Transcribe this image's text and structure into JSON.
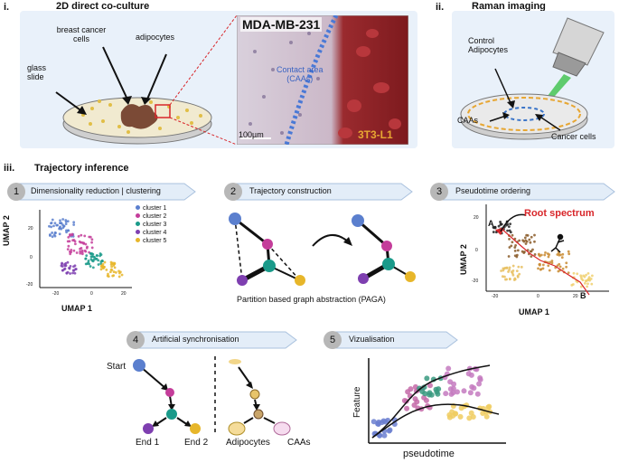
{
  "section_i": {
    "roman": "i.",
    "title": "2D direct co-culture",
    "labels": {
      "breast_cancer": "breast cancer\ncells",
      "adipocytes": "adipocytes",
      "glass_slide": "glass\nslide"
    },
    "micrograph": {
      "title": "MDA-MB-231",
      "contact_area": "Contact area\n(CAAs)",
      "scale_bar": "100µm",
      "cell_line": "3T3-L1"
    }
  },
  "section_ii": {
    "roman": "ii.",
    "title": "Raman imaging",
    "labels": {
      "control": "Control\nAdipocytes",
      "caas": "CAAs",
      "cancer": "Cancer cells"
    }
  },
  "section_iii": {
    "roman": "iii.",
    "title": "Trajectory inference"
  },
  "steps": [
    {
      "num": "1",
      "title": "Dimensionality reduction | clustering"
    },
    {
      "num": "2",
      "title": "Trajectory construction"
    },
    {
      "num": "3",
      "title": "Pseudotime ordering"
    },
    {
      "num": "4",
      "title": "Artificial synchronisation"
    },
    {
      "num": "5",
      "title": "Vizualisation"
    }
  ],
  "umap1": {
    "xlabel": "UMAP 1",
    "ylabel": "UMAP 2",
    "xticks": [
      "-20",
      "0",
      "20"
    ],
    "yticks": [
      "20",
      "0",
      "-20"
    ],
    "legend": [
      {
        "name": "cluster 1",
        "color": "#5b7fce"
      },
      {
        "name": "cluster 2",
        "color": "#c43d9a"
      },
      {
        "name": "cluster 3",
        "color": "#1a9a8a"
      },
      {
        "name": "cluster 4",
        "color": "#7e3fb0"
      },
      {
        "name": "cluster 5",
        "color": "#e7b62a"
      }
    ]
  },
  "paga": {
    "caption": "Partition based graph abstraction (PAGA)"
  },
  "pseudotime": {
    "xlabel": "UMAP 1",
    "ylabel": "UMAP 2",
    "root": "Root spectrum",
    "start": "A",
    "end": "B",
    "xticks": [
      "-20",
      "0",
      "20"
    ],
    "yticks": [
      "20",
      "0",
      "-20"
    ]
  },
  "sync": {
    "start": "Start",
    "end1": "End 1",
    "end2": "End 2",
    "adipocytes": "Adipocytes",
    "caas": "CAAs"
  },
  "viz": {
    "ylabel": "Feature",
    "xlabel": "pseudotime"
  }
}
